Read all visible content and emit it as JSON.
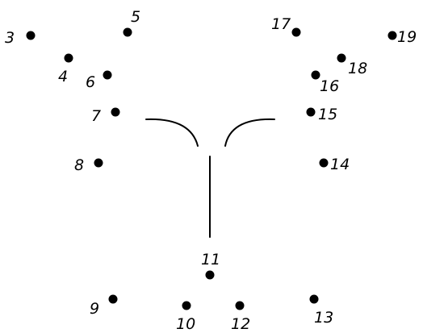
{
  "puzzle": {
    "ink_color": "#000000",
    "background_color": "#ffffff",
    "points": [
      {
        "label": "3"
      },
      {
        "label": "4"
      },
      {
        "label": "5"
      },
      {
        "label": "6"
      },
      {
        "label": "7"
      },
      {
        "label": "8"
      },
      {
        "label": "9"
      },
      {
        "label": "10"
      },
      {
        "label": "11"
      },
      {
        "label": "12"
      },
      {
        "label": "13"
      },
      {
        "label": "14"
      },
      {
        "label": "15"
      },
      {
        "label": "16"
      },
      {
        "label": "17"
      },
      {
        "label": "18"
      },
      {
        "label": "19"
      }
    ]
  }
}
